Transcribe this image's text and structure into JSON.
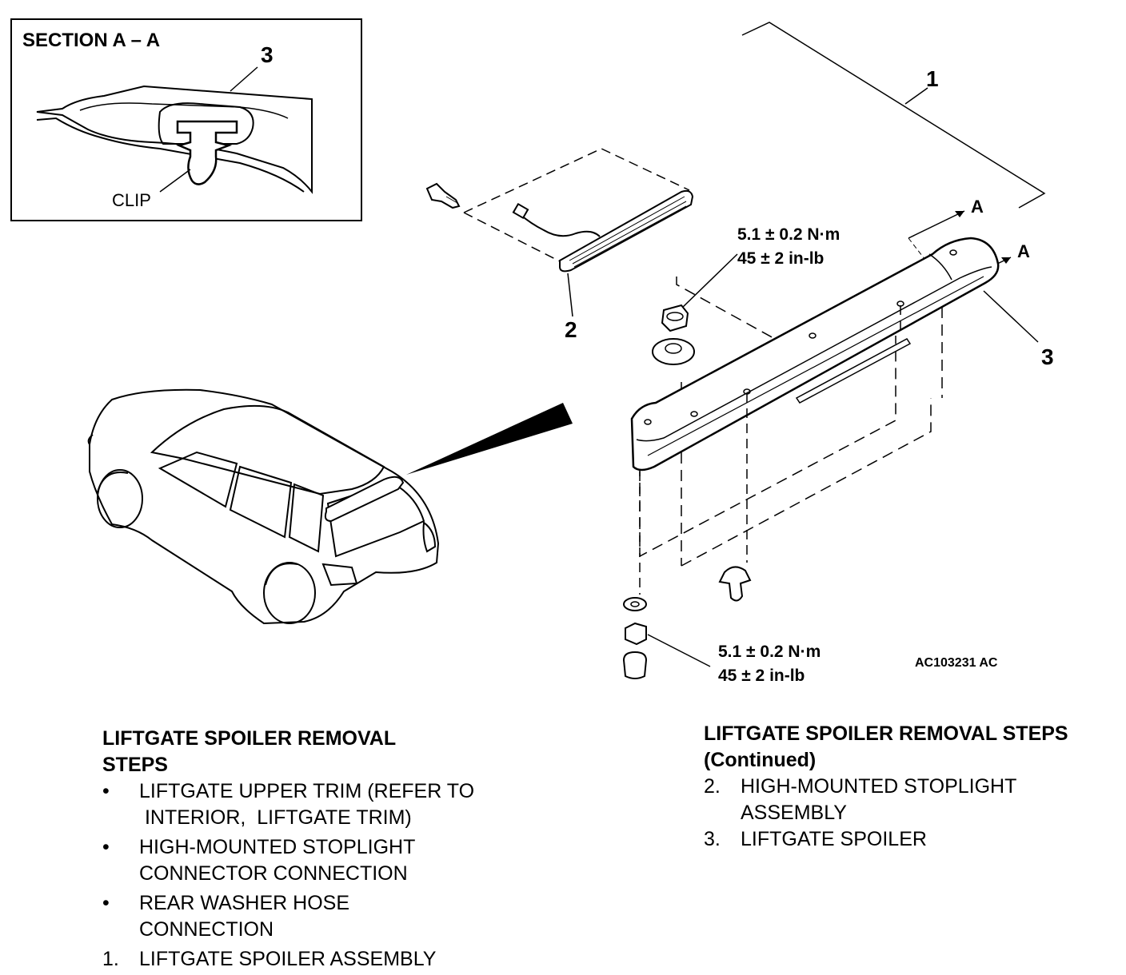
{
  "section_box": {
    "title": "SECTION A – A",
    "callout": "3",
    "clip_label": "CLIP"
  },
  "callouts": {
    "assembly": "1",
    "stoplight": "2",
    "spoiler": "3",
    "section_a_upper": "A",
    "section_a_lower": "A"
  },
  "torque_upper": {
    "metric": "5.1 ± 0.2 N·m",
    "imperial": "45 ± 2 in-lb"
  },
  "torque_lower": {
    "metric": "5.1 ± 0.2 N·m",
    "imperial": "45 ± 2 in-lb"
  },
  "figure_id": "AC103231 AC",
  "steps_left": {
    "title_line1": "LIFTGATE SPOILER REMOVAL",
    "title_line2": "STEPS",
    "items": [
      {
        "marker": "•",
        "line1": "LIFTGATE UPPER TRIM (REFER TO",
        "line2": " INTERIOR,  LIFTGATE TRIM)"
      },
      {
        "marker": "•",
        "line1": "HIGH-MOUNTED STOPLIGHT",
        "line2": "CONNECTOR CONNECTION"
      },
      {
        "marker": "•",
        "line1": "REAR WASHER HOSE",
        "line2": "CONNECTION"
      },
      {
        "marker": "1.",
        "line1": "LIFTGATE SPOILER ASSEMBLY",
        "line2": ""
      }
    ]
  },
  "steps_right": {
    "title_line1": "LIFTGATE SPOILER REMOVAL STEPS",
    "title_line2": "(Continued)",
    "items": [
      {
        "marker": "2.",
        "line1": "HIGH-MOUNTED STOPLIGHT",
        "line2": "ASSEMBLY"
      },
      {
        "marker": "3.",
        "line1": "LIFTGATE SPOILER",
        "line2": ""
      }
    ]
  }
}
